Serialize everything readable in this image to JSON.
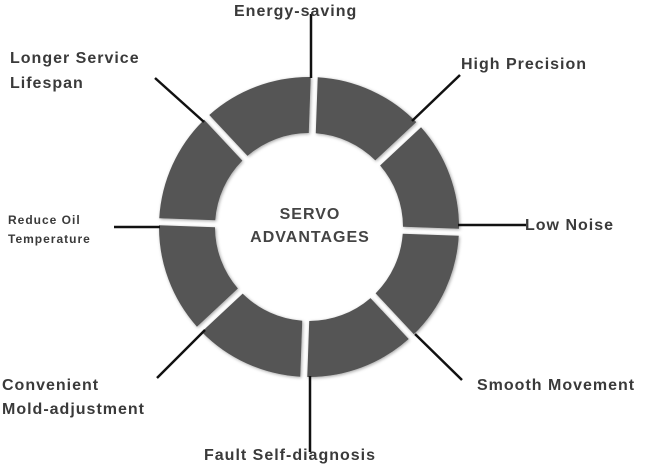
{
  "center": {
    "line1": "SERVO",
    "line2": "ADVANTAGES"
  },
  "labels": {
    "energy_saving": "Energy-saving",
    "high_precision": "High Precision",
    "low_noise": "Low Noise",
    "smooth_movement": "Smooth Movement",
    "fault_self_diagnosis": "Fault Self-diagnosis",
    "convenient_line1": "Convenient",
    "convenient_line2": "Mold-adjustment",
    "reduce_oil_line1": "Reduce Oil",
    "reduce_oil_line2": "Temperature",
    "longer_service_line1": "Longer Service",
    "longer_service_line2": "Lifespan"
  },
  "colors": {
    "segment": "#545454",
    "line": "#111111",
    "text": "#3a3a3a"
  }
}
